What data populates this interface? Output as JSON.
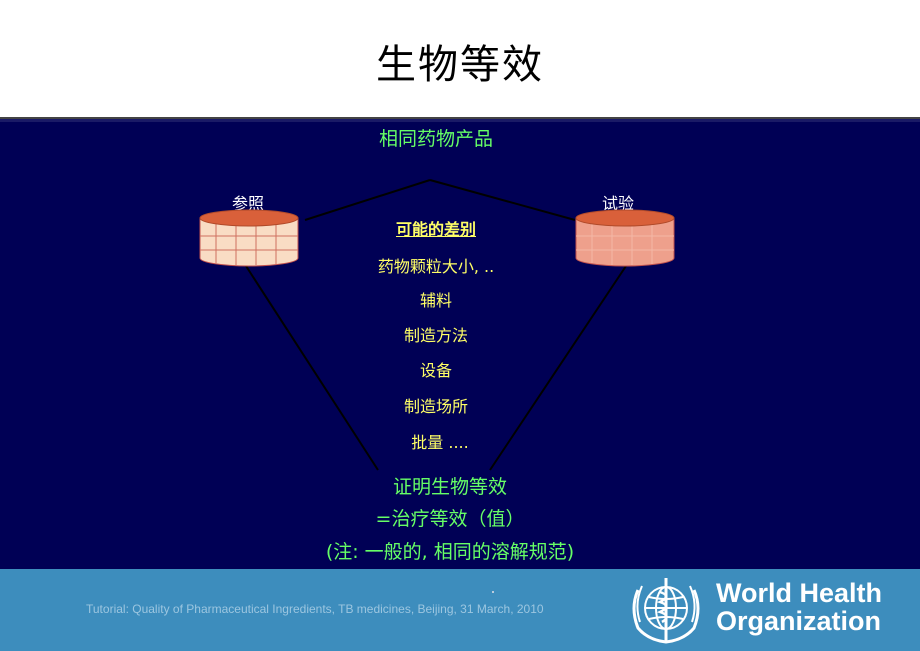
{
  "title": "生物等效",
  "top_label": "相同药物产品",
  "reference_label": "参照",
  "test_label": "试验",
  "differences": {
    "title": "可能的差别",
    "items": [
      "药物颗粒大小, ..",
      "辅料",
      "制造方法",
      "设备",
      "制造场所",
      "批量 ...."
    ]
  },
  "conclusion": {
    "line1": "证明生物等效",
    "line2": "=治疗等效（值）",
    "line3": "(注: 一般的, 相同的溶解规范)"
  },
  "footer": {
    "citation": "Tutorial: Quality of Pharmaceutical Ingredients, TB medicines, Beijing, 31 March, 2010",
    "org_line1": "World Health",
    "org_line2": "Organization"
  },
  "colors": {
    "main_background": "#000055",
    "footer_background": "#3d8dbd",
    "highlight_green": "#66ff66",
    "highlight_yellow": "#ffff66",
    "cylinder_top": "#d9603a",
    "reference_body": "#f9dcc4",
    "test_body": "#eea08c"
  },
  "icons": [
    "reference-cylinder-icon",
    "test-cylinder-icon",
    "who-emblem-icon"
  ]
}
